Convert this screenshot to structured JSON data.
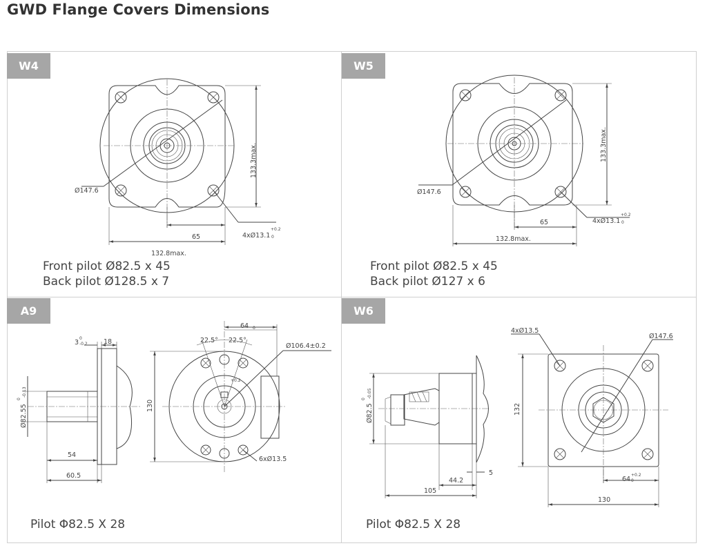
{
  "title": "GWD Flange Covers Dimensions",
  "panels": {
    "w4": {
      "tag": "W4",
      "caption_line1": "Front pilot Ø82.5 x 45",
      "caption_line2": "Back pilot Ø128.5 x 7",
      "labels": {
        "diameter": "Ø147.6",
        "height": "133.3max.",
        "half_width": "65",
        "holes": "4xØ13.1",
        "holes_tol_upper": "+0.2",
        "holes_tol_lower": "0",
        "width": "132.8max."
      }
    },
    "w5": {
      "tag": "W5",
      "caption_line1": "Front pilot Ø82.5 x 45",
      "caption_line2": "Back pilot Ø127 x 6",
      "labels": {
        "diameter": "Ø147.6",
        "height": "133.3max.",
        "half_width": "65",
        "holes": "4xØ13.1",
        "holes_tol_upper": "+0.2",
        "holes_tol_lower": "0",
        "width": "132.8max."
      }
    },
    "a9": {
      "tag": "A9",
      "caption": "Pilot Φ82.5 X 28",
      "labels": {
        "pilot_len": "3",
        "pilot_len_tol_upper": "0",
        "pilot_len_tol_lower": "-0.2",
        "flange_thk": "18",
        "pilot_dia": "Ø82.55",
        "pilot_dia_tol_upper": "0",
        "pilot_dia_tol_lower": "-0.13",
        "shaft_len": "54",
        "overall_len": "60.5",
        "width_top": "64",
        "width_top_tol": "0",
        "angle_left": "22.5°",
        "angle_right": "22.5°",
        "bolt_circle": "Ø106.4±0.2",
        "height": "130",
        "small_tol": "+0.2",
        "holes": "6xØ13.5"
      }
    },
    "w6": {
      "tag": "W6",
      "caption": "Pilot Φ82.5 X 28",
      "labels": {
        "pilot_dia": "Ø82.5",
        "pilot_dia_tol_upper": "0",
        "pilot_dia_tol_lower": "-0.05",
        "pilot_len": "5",
        "face_len": "44.2",
        "overall_len": "105",
        "holes": "4xØ13.5",
        "bolt_circle": "Ø147.6",
        "height": "132",
        "half_width": "64",
        "half_width_tol_upper": "+0.2",
        "half_width_tol_lower": "0",
        "width": "130"
      }
    }
  }
}
